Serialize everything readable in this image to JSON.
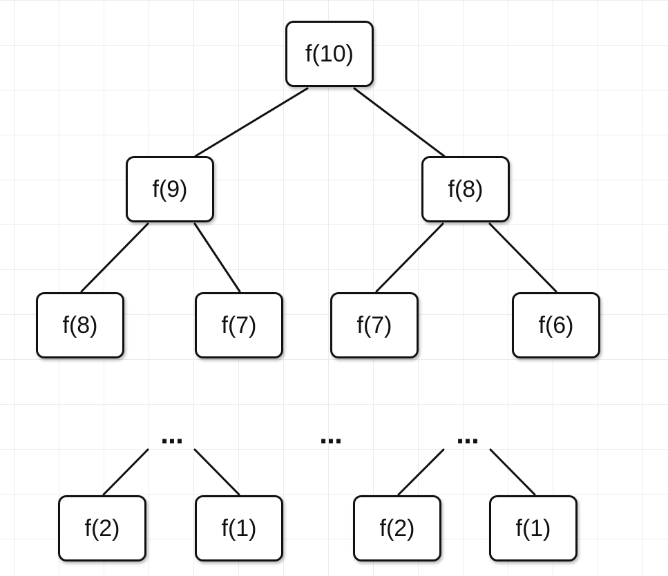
{
  "tree": {
    "root": "f(10)",
    "level1": [
      "f(9)",
      "f(8)"
    ],
    "level2": [
      "f(8)",
      "f(7)",
      "f(7)",
      "f(6)"
    ],
    "ellipses": [
      "...",
      "...",
      "..."
    ],
    "leaves": [
      "f(2)",
      "f(1)",
      "f(2)",
      "f(1)"
    ]
  },
  "colors": {
    "stroke": "#111111",
    "node_fill": "#ffffff",
    "grid": "#ececec"
  }
}
